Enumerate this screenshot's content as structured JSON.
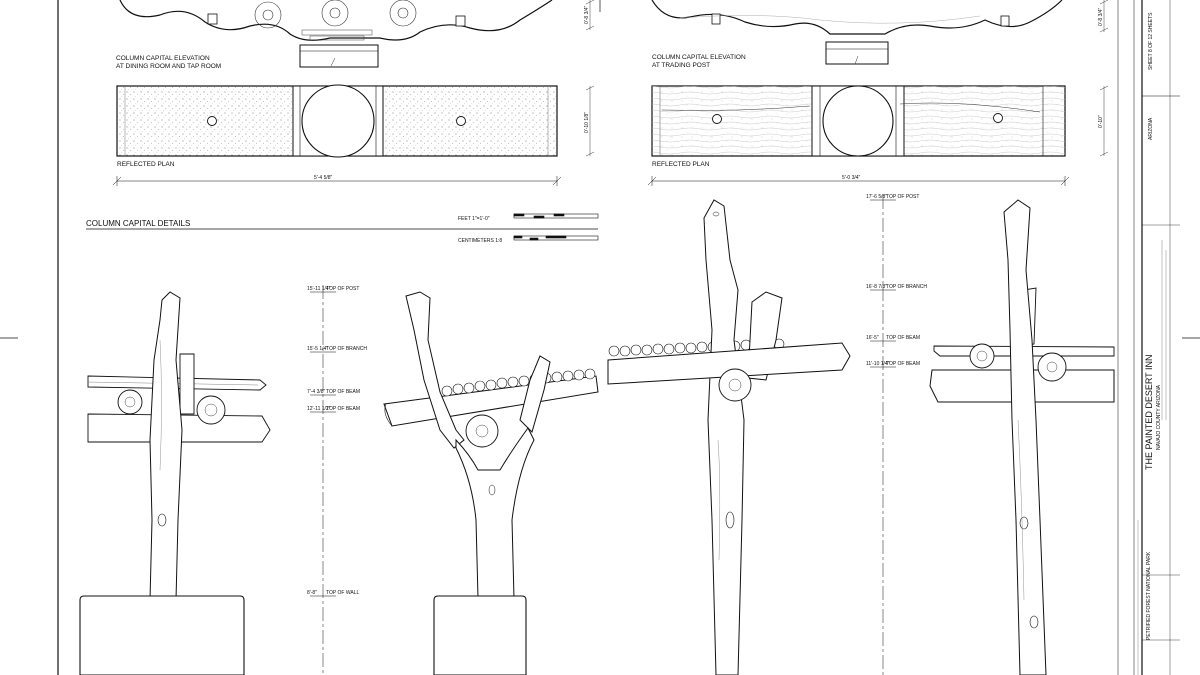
{
  "sheet": {
    "drawings": {
      "dining_elevation_title_1": "COLUMN CAPITAL ELEVATION",
      "dining_elevation_title_2": "AT DINING ROOM AND TAP ROOM",
      "trading_elevation_title_1": "COLUMN CAPITAL ELEVATION",
      "trading_elevation_title_2": "AT TRADING POST",
      "reflected_plan_left": "REFLECTED PLAN",
      "reflected_plan_right": "REFLECTED PLAN",
      "dim_left_width": "5'-4 5/8\"",
      "dim_right_width": "5'-0 3/4\"",
      "dim_left_plan_depth": "0'-10 1/8\"",
      "dim_right_plan_depth": "0'-10\"",
      "dim_left_elev_height": "0'-8 3/4\"",
      "dim_right_elev_height": "0'-8 3/4\"",
      "details_title": "COLUMN CAPITAL DETAILS"
    },
    "scales": {
      "feet_label": "FEET  1\"=1'-0\"",
      "centimeters_label": "CENTIMETERS  1:8"
    },
    "levels_left": [
      {
        "value": "15'-11 1/4\"",
        "label": "TOP OF POST"
      },
      {
        "value": "15'-5 1/4\"",
        "label": "TOP OF BRANCH"
      },
      {
        "value": "7'-4 3/8\"",
        "label": "TOP OF BEAM"
      },
      {
        "value": "12'-11 1/2\"",
        "label": "TOP OF BEAM"
      },
      {
        "value": "8'-8\"",
        "label": "TOP OF WALL"
      }
    ],
    "levels_right": [
      {
        "value": "17'-6 5/8\"",
        "label": "TOP OF POST"
      },
      {
        "value": "16'-8 7/8\"",
        "label": "TOP OF BRANCH"
      },
      {
        "value": "16'-5\"",
        "label": "TOP OF BEAM"
      },
      {
        "value": "11'-10 1/4\"",
        "label": "TOP OF BEAM"
      }
    ],
    "title_block": {
      "project": "THE PAINTED DESERT INN",
      "location": "NAVAJO COUNTY          ARIZONA",
      "park": "PETRIFIED FOREST NATIONAL PARK",
      "state": "ARIZONA",
      "sheet_label": "SHEET 8 OF 12 SHEETS"
    }
  }
}
